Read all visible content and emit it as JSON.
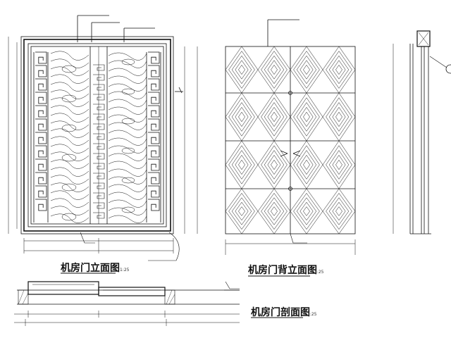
{
  "drawing": {
    "title_front": "机房门立面图",
    "title_back": "机房门背立面图",
    "title_section": "机房门剖面图",
    "scale_front": "1:25",
    "scale_back": "1:25",
    "scale_section": "1:25",
    "annotations": [
      "",
      ""
    ],
    "dimensions": [
      "",
      "",
      "",
      "",
      "",
      ""
    ]
  },
  "colors": {
    "line": "#111111",
    "background": "#ffffff"
  }
}
